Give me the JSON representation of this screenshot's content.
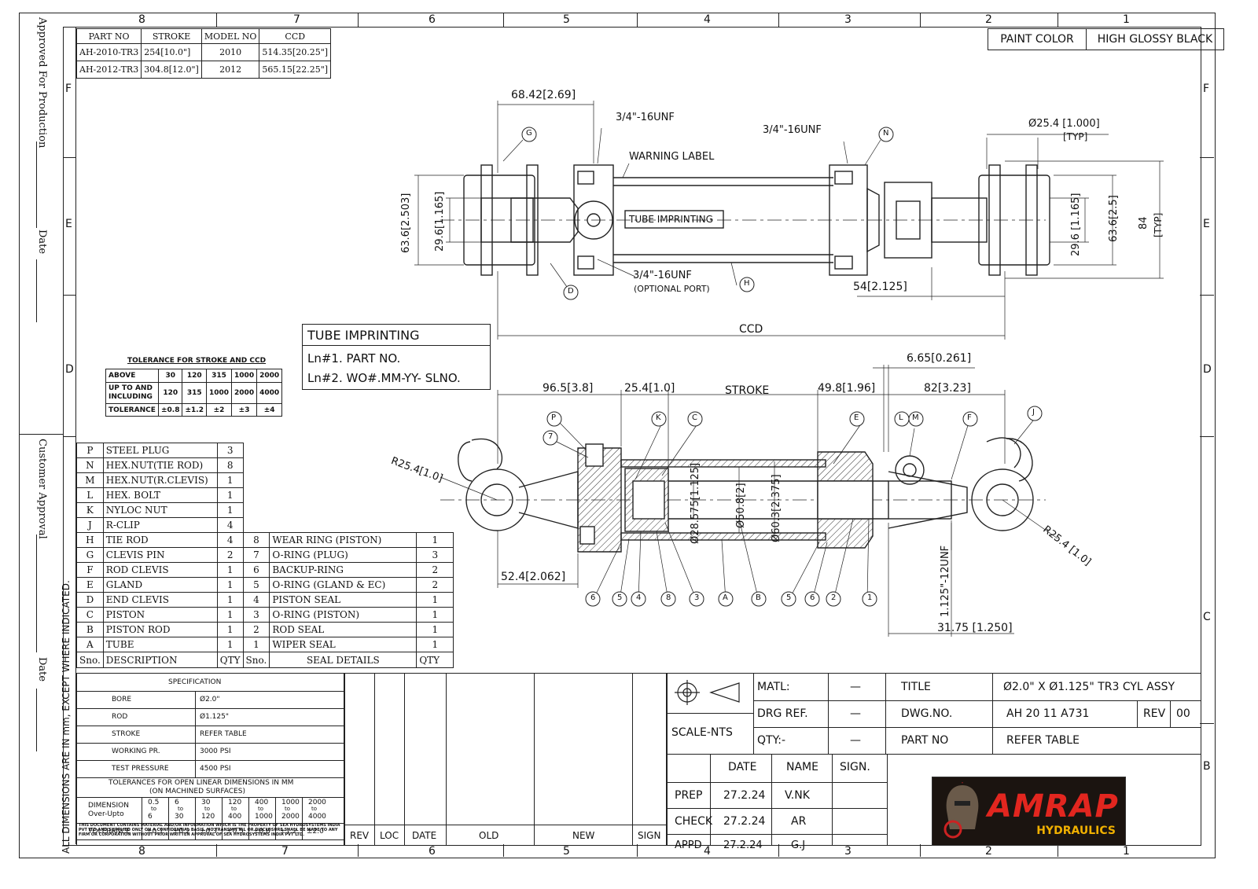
{
  "border": {
    "top_zones": [
      "8",
      "7",
      "6",
      "5",
      "4",
      "3",
      "2",
      "1"
    ],
    "row_zones": [
      "F",
      "E",
      "D",
      "C",
      "B"
    ],
    "left_side": {
      "approved": "Approved For Production",
      "date1": "Date",
      "customer": "Customer Approval",
      "date2": "Date",
      "dims_note": "ALL DIMENSIONS ARE IN mm, EXCEPT WHERE INDICATED."
    }
  },
  "part_table": {
    "headers": [
      "PART NO",
      "STROKE",
      "MODEL NO",
      "CCD"
    ],
    "rows": [
      [
        "AH-2010-TR3",
        "254[10.0\"]",
        "2010",
        "514.35[20.25\"]"
      ],
      [
        "AH-2012-TR3",
        "304.8[12.0\"]",
        "2012",
        "565.15[22.25\"]"
      ]
    ]
  },
  "paint": {
    "label": "PAINT COLOR",
    "value": "HIGH GLOSSY BLACK"
  },
  "top_view": {
    "dim_68": "68.42[2.69]",
    "port1": "3/4\"-16UNF",
    "port2": "3/4\"-16UNF",
    "port3": "3/4\"-16UNF",
    "optional": "(OPTIONAL PORT)",
    "warning": "WARNING LABEL",
    "tube_imprint": "TUBE IMPRINTING",
    "pin": "Ø25.4 [1.000]",
    "typ": "[TYP]",
    "dim_636l": "63.6[2.503]",
    "dim_296l": "29.6[1.165]",
    "dim_296r": "29.6 [1.165]",
    "dim_636r": "63.6[2.5]",
    "dim_84": "84",
    "typ2": "[TYP]",
    "dim_54": "54[2.125]",
    "ccd": "CCD",
    "balloons": [
      "G",
      "N",
      "D",
      "H"
    ]
  },
  "imprint_box": {
    "title": "TUBE IMPRINTING",
    "ln1": "Ln#1. PART NO.",
    "ln2": "Ln#2. WO#.MM-YY- SLNO."
  },
  "tolerance_table": {
    "title": "TOLERANCE FOR STROKE AND CCD",
    "above": [
      "ABOVE",
      "30",
      "120",
      "315",
      "1000",
      "2000"
    ],
    "upto": [
      "UP TO AND INCLUDING",
      "120",
      "315",
      "1000",
      "2000",
      "4000"
    ],
    "tol": [
      "TOLERANCE",
      "±0.8",
      "±1.2",
      "±2",
      "±3",
      "±4"
    ]
  },
  "section_view": {
    "dim_965": "96.5[3.8]",
    "dim_254": "25.4[1.0]",
    "stroke": "STROKE",
    "dim_498": "49.8[1.96]",
    "dim_665": "6.65[0.261]",
    "dim_82": "82[3.23]",
    "r_left": "R25.4[1.0]",
    "r_right": "R25.4 [1.0]",
    "d_rod": "Ø28.575[1.125]",
    "d_bore": "Ø50.8[2]",
    "d_tube": "Ø60.3[2.375]",
    "dim_524": "52.4[2.062]",
    "thread": "1.125\"-12UNF",
    "dim_3175": "31.75 [1.250]",
    "balloons_top": [
      "P",
      "7",
      "K",
      "C",
      "E",
      "L",
      "M",
      "F",
      "J"
    ],
    "balloons_bottom": [
      "6",
      "5",
      "4",
      "8",
      "3",
      "A",
      "B",
      "5",
      "6",
      "2",
      "1"
    ]
  },
  "bom": {
    "rows": [
      [
        "P",
        "STEEL PLUG",
        "3",
        "",
        "",
        ""
      ],
      [
        "N",
        "HEX.NUT(TIE ROD)",
        "8",
        "",
        "",
        ""
      ],
      [
        "M",
        "HEX.NUT(R.CLEVIS)",
        "1",
        "",
        "",
        ""
      ],
      [
        "L",
        "HEX. BOLT",
        "1",
        "",
        "",
        ""
      ],
      [
        "K",
        "NYLOC NUT",
        "1",
        "",
        "",
        ""
      ],
      [
        "J",
        "R-CLIP",
        "4",
        "",
        "",
        ""
      ],
      [
        "H",
        "TIE ROD",
        "4",
        "8",
        "WEAR RING (PISTON)",
        "1"
      ],
      [
        "G",
        "CLEVIS PIN",
        "2",
        "7",
        "O-RING (PLUG)",
        "3"
      ],
      [
        "F",
        "ROD CLEVIS",
        "1",
        "6",
        "BACKUP-RING",
        "2"
      ],
      [
        "E",
        "GLAND",
        "1",
        "5",
        "O-RING (GLAND & EC)",
        "2"
      ],
      [
        "D",
        "END CLEVIS",
        "1",
        "4",
        "PISTON SEAL",
        "1"
      ],
      [
        "C",
        "PISTON",
        "1",
        "3",
        "O-RING (PISTON)",
        "1"
      ],
      [
        "B",
        "PISTON ROD",
        "1",
        "2",
        "ROD SEAL",
        "1"
      ],
      [
        "A",
        "TUBE",
        "1",
        "1",
        "WIPER SEAL",
        "1"
      ]
    ],
    "footer": [
      "Sno.",
      "DESCRIPTION",
      "QTY",
      "Sno.",
      "SEAL DETAILS",
      "QTY"
    ]
  },
  "spec": {
    "title": "SPECIFICATION",
    "rows": [
      [
        "BORE",
        "Ø2.0\""
      ],
      [
        "ROD",
        "Ø1.125\""
      ],
      [
        "STROKE",
        "REFER TABLE"
      ],
      [
        "WORKING PR.",
        "3000 PSI"
      ],
      [
        "TEST PRESSURE",
        "4500 PSI"
      ]
    ],
    "tol_title1": "TOLERANCES FOR OPEN LINEAR DIMENSIONS IN MM",
    "tol_title2": "(ON MACHINED SURFACES)",
    "dim_label": "DIMENSION",
    "overupto": "Over-Upto",
    "ranges": [
      [
        "0.5",
        "to",
        "6"
      ],
      [
        "6",
        "to",
        "30"
      ],
      [
        "30",
        "to",
        "120"
      ],
      [
        "120",
        "to",
        "400"
      ],
      [
        "400",
        "to",
        "1000"
      ],
      [
        "1000",
        "to",
        "2000"
      ],
      [
        "2000",
        "to",
        "4000"
      ]
    ],
    "tol_label": "TOLERANCE",
    "tols": [
      "±0.1",
      "±0.2",
      "±0.3",
      "±0.5",
      "±0.8",
      "±1.2",
      "±2.0"
    ],
    "notice": "THIS DOCUMENT CONTAINS MATERIAL AND/OR INFORMATION WHICH IS THE PROPERTY OF SEA HYDROSYSTEMS INDIA PVT LTD AND SUPPLIED ONLY ON A CONFIDENTIAL BASIS. NO TRANSMITTAL OR DISCLOSURE SHALL BE MADE TO ANY FIRM OR CORPORATION WITHOUT PRIOR WRITTEN APPROVAL OF SEA HYDROSYSTEMS INDIA PVT LTD."
  },
  "revision": {
    "headers": [
      "REV",
      "LOC",
      "DATE",
      "OLD",
      "NEW",
      "SIGN"
    ]
  },
  "title_block": {
    "scale": "SCALE-NTS",
    "matl": "MATL:",
    "matl_v": "—",
    "drg": "DRG REF.",
    "drg_v": "—",
    "qty": "QTY:-",
    "qty_v": "—",
    "title_l": "TITLE",
    "title_v": "Ø2.0\" X Ø1.125\" TR3 CYL ASSY",
    "dwg_l": "DWG.NO.",
    "dwg_v": "AH 20 11 A731",
    "rev_l": "REV",
    "rev_v": "00",
    "part_l": "PART NO",
    "part_v": "REFER TABLE",
    "sign_headers": [
      "DATE",
      "NAME",
      "SIGN."
    ],
    "signs": [
      [
        "PREP",
        "27.2.24",
        "V.NK"
      ],
      [
        "CHECK",
        "27.2.24",
        "AR"
      ],
      [
        "APPD",
        "27.2.24",
        "G.J"
      ]
    ]
  },
  "logo": {
    "brand": "AMRAP",
    "sub": "HYDRAULICS",
    "colors": {
      "brand": "#e2261f",
      "sub": "#f0b000",
      "bg": "#1b1410"
    }
  }
}
